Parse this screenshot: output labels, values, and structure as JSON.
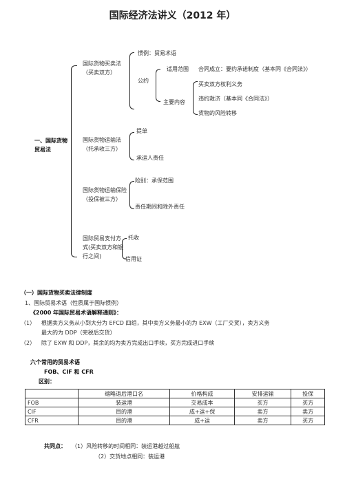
{
  "title": "国际经济法讲义（2012 年）",
  "mindmap": {
    "root": "一、国际货物贸易法",
    "b1": {
      "label": "国际货物买卖法（买卖双方）",
      "custom": "惯例：贸易术语",
      "convention": "公约",
      "scope": "适用范围",
      "main": "主要内容",
      "leaves": [
        "合同成立：要约承诺制度（基本同《合同法》）",
        "买卖双方权利义务",
        "违约救济（基本同《合同法》）",
        "货物的风险转移"
      ]
    },
    "b2": {
      "label": "国际货物运输法（托承收三方）",
      "leaves": [
        "提单",
        "承运人责任"
      ]
    },
    "b3": {
      "label": "国际货物运输保险（投保被三方）",
      "leaves": [
        "险别：承保范围",
        "责任期间和除外责任"
      ]
    },
    "b4": {
      "label": "国际贸易支付方式(买卖双方和银行之间)",
      "leaves": [
        "托收",
        "信用证"
      ]
    }
  },
  "section": {
    "heading": "（一）国际货物买卖法律制度",
    "item1": "1、国际贸易术语（性质属于国际惯例）",
    "rules": "《2000 年国际贸易术语解释通则》：",
    "p1_num": "（1）",
    "p1_line1": "根据卖方义务从小到大分为 EFCD 四组，其中卖方义务最小的为 EXW（工厂交货），卖方义务",
    "p1_line2": "最大的为 DDP（完税后交货）",
    "p2_num": "（2）",
    "p2_text": "除了 EXW 和 DDP，其余的均为卖方完成出口手续，买方完成进口手续",
    "six_terms": "六个常用的贸易术语",
    "terms": "FOB、CIF 和 CFR",
    "diff": "区别："
  },
  "table": {
    "headers": [
      "",
      "缩略语后港口名",
      "价格构成",
      "安排运输",
      "投保"
    ],
    "rows": [
      [
        "FOB",
        "装运港",
        "交易成本",
        "买方",
        "买方"
      ],
      [
        "CIF",
        "目的港",
        "成+运+保",
        "卖方",
        "卖方"
      ],
      [
        "CFR",
        "目的港",
        "成+运",
        "卖方",
        "买方"
      ]
    ]
  },
  "common": {
    "label": "共同点：",
    "p1": "（1）风险转移的时间相同：装运港越过船舷",
    "p2": "（2）交货地点相同：装运港"
  }
}
